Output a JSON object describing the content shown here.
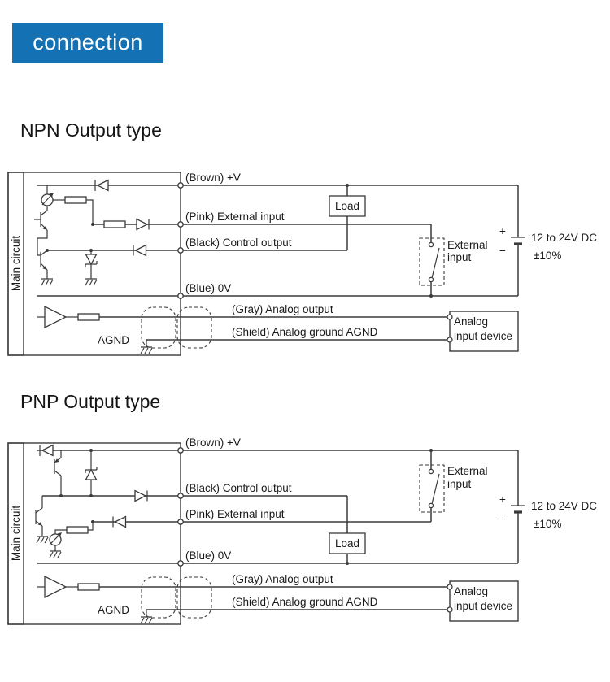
{
  "banner": {
    "label": "connection"
  },
  "colors": {
    "banner_bg": "#1472b4"
  },
  "npn": {
    "heading": "NPN Output type",
    "main_circuit": "Main circuit",
    "labels": {
      "brown": "(Brown) +V",
      "pink": "(Pink) External input",
      "black": "(Black) Control output",
      "blue": "(Blue) 0V",
      "gray": "(Gray) Analog output",
      "shield": "(Shield) Analog ground AGND"
    },
    "load": "Load",
    "external_input_line1": "External",
    "external_input_line2": "input",
    "battery": {
      "plus": "+",
      "minus": "−",
      "voltage": "12 to 24V DC",
      "tolerance": "±10%"
    },
    "agnd": "AGND",
    "analog_device_line1": "Analog",
    "analog_device_line2": "input device"
  },
  "pnp": {
    "heading": "PNP Output type",
    "main_circuit": "Main circuit",
    "labels": {
      "brown": "(Brown) +V",
      "black": "(Black) Control output",
      "pink": "(Pink) External input",
      "blue": "(Blue) 0V",
      "gray": "(Gray) Analog output",
      "shield": "(Shield) Analog ground AGND"
    },
    "load": "Load",
    "external_input_line1": "External",
    "external_input_line2": "input",
    "battery": {
      "plus": "+",
      "minus": "−",
      "voltage": "12 to 24V DC",
      "tolerance": "±10%"
    },
    "agnd": "AGND",
    "analog_device_line1": "Analog",
    "analog_device_line2": "input device"
  }
}
